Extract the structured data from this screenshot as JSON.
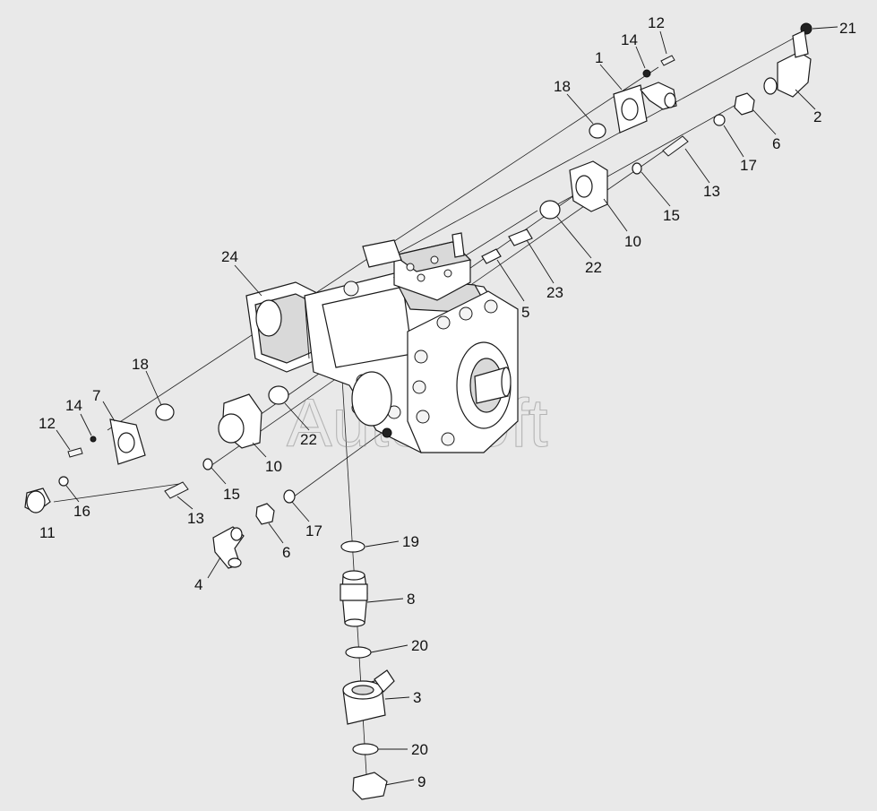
{
  "watermark": "AutoSoft",
  "callouts": {
    "c1": "1",
    "c2": "2",
    "c3": "3",
    "c4": "4",
    "c5": "5",
    "c6a": "6",
    "c6b": "6",
    "c7": "7",
    "c8": "8",
    "c9": "9",
    "c10a": "10",
    "c10b": "10",
    "c11": "11",
    "c12a": "12",
    "c12b": "12",
    "c13a": "13",
    "c13b": "13",
    "c14a": "14",
    "c14b": "14",
    "c15a": "15",
    "c15b": "15",
    "c16": "16",
    "c17a": "17",
    "c17b": "17",
    "c18a": "18",
    "c18b": "18",
    "c19": "19",
    "c20a": "20",
    "c20b": "20",
    "c21": "21",
    "c22a": "22",
    "c22b": "22",
    "c23": "23",
    "c24": "24"
  },
  "colors": {
    "background": "#e9e9e9",
    "line": "#1a1a1a"
  }
}
